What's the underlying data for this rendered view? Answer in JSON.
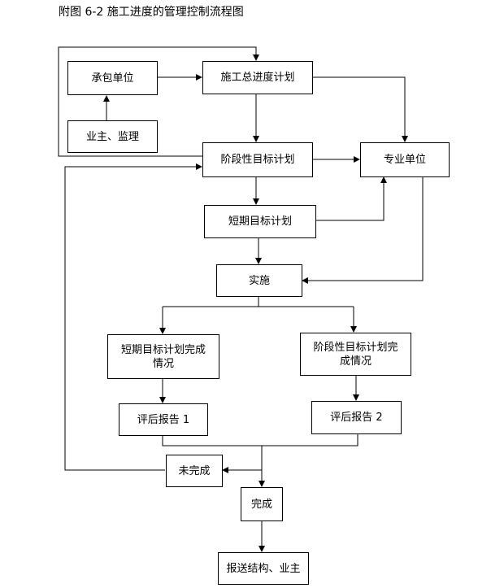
{
  "title": "附图 6-2 施工进度的管理控制流程图",
  "nodes": {
    "contractor": "承包单位",
    "owner_supervisor": "业主、监理",
    "master_schedule": "施工总进度计划",
    "stage_plan": "阶段性目标计划",
    "specialty_unit": "专业单位",
    "short_term_plan": "短期目标计划",
    "implementation": "实施",
    "short_term_completion": "短期目标计划完成情况",
    "stage_completion": "阶段性目标计划完成情况",
    "evaluation_report_1": "评后报告 1",
    "evaluation_report_2": "评后报告 2",
    "incomplete": "未完成",
    "completed": "完成",
    "report_to": "报送结构、业主"
  }
}
